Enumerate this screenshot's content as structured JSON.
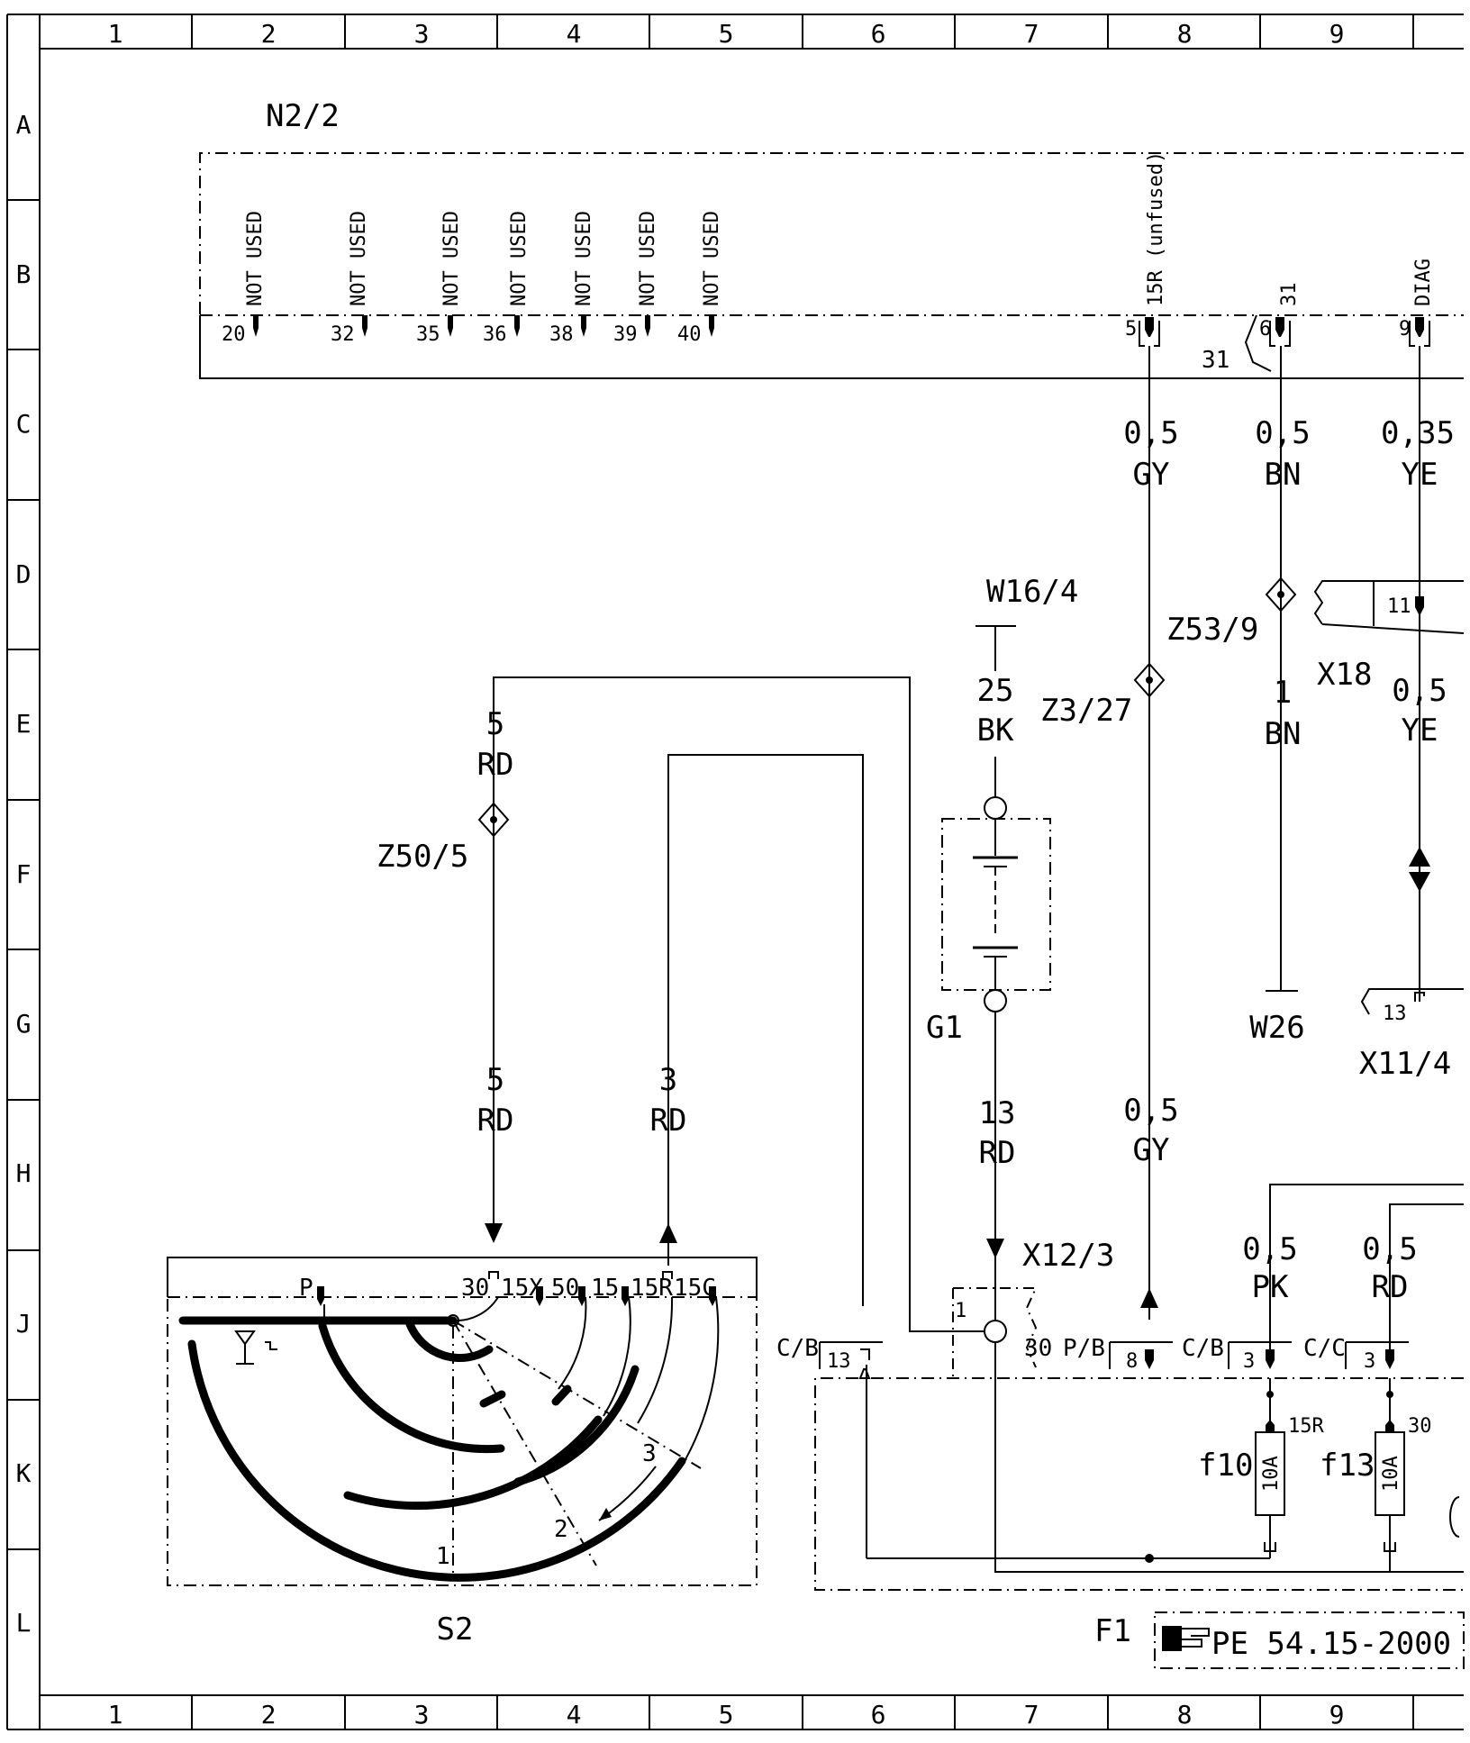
{
  "grid": {
    "columns": [
      "1",
      "2",
      "3",
      "4",
      "5",
      "6",
      "7",
      "8",
      "9"
    ],
    "rows": [
      "A",
      "B",
      "C",
      "D",
      "E",
      "F",
      "G",
      "H",
      "J",
      "K",
      "L"
    ]
  },
  "module": {
    "name": "N2/2",
    "unused_pins": [
      {
        "pin": "20",
        "label": "NOT USED"
      },
      {
        "pin": "32",
        "label": "NOT USED"
      },
      {
        "pin": "35",
        "label": "NOT USED"
      },
      {
        "pin": "36",
        "label": "NOT USED"
      },
      {
        "pin": "38",
        "label": "NOT USED"
      },
      {
        "pin": "39",
        "label": "NOT USED"
      },
      {
        "pin": "40",
        "label": "NOT USED"
      }
    ],
    "pin5": {
      "pin": "5",
      "label": "15R (unfused)"
    },
    "pin6": {
      "pin": "6",
      "label": "31"
    },
    "pin9": {
      "pin": "9",
      "label": "DIAG"
    },
    "ground_label": "31"
  },
  "wires": {
    "gy_upper": {
      "size": "0,5",
      "color": "GY"
    },
    "bn_upper": {
      "size": "0,5",
      "color": "BN"
    },
    "ye_upper": {
      "size": "0,35",
      "color": "YE"
    },
    "ye_lower": {
      "size": "0,5",
      "color": "YE"
    },
    "bn_lower": {
      "size": "1",
      "color": "BN"
    },
    "bk": {
      "size": "25",
      "color": "BK"
    },
    "rd_loop": {
      "size": "5",
      "color": "RD"
    },
    "rd_switch_in": {
      "size": "5",
      "color": "RD"
    },
    "rd_switch_out": {
      "size": "3",
      "color": "RD"
    },
    "rd_battery": {
      "size": "13",
      "color": "RD"
    },
    "gy_lower": {
      "size": "0,5",
      "color": "GY"
    },
    "pk": {
      "size": "0,5",
      "color": "PK"
    },
    "rd_f13": {
      "size": "0,5",
      "color": "RD"
    }
  },
  "components": {
    "splice_z53": "Z53/9",
    "splice_z3": "Z3/27",
    "splice_z50": "Z50/5",
    "ground_w16": "W16/4",
    "ground_w26": "W26",
    "battery": "G1",
    "connector_x18": "X18",
    "x18_pin": "11",
    "connector_x11": "X11/4",
    "x11_pin": "13",
    "connector_x12": "X12/3",
    "x12_pin": "1",
    "switch": "S2",
    "fusebox": "F1",
    "reference": "PE 54.15-2000"
  },
  "switch_terminals": [
    "P",
    "30",
    "15X",
    "50",
    "15",
    "15R",
    "15C"
  ],
  "switch_positions": [
    "1",
    "2",
    "3"
  ],
  "fusebox_connectors": [
    {
      "plug": "C/B",
      "pin": "13"
    },
    {
      "plug": "P/B",
      "pin": "8"
    },
    {
      "plug": "C/B",
      "pin": "3"
    },
    {
      "plug": "C/C",
      "pin": "3"
    }
  ],
  "fusebox_terminal": "30",
  "fuses": [
    {
      "name": "f10",
      "rating": "10A",
      "terminal": "15R"
    },
    {
      "name": "f13",
      "rating": "10A",
      "terminal": "30"
    }
  ]
}
